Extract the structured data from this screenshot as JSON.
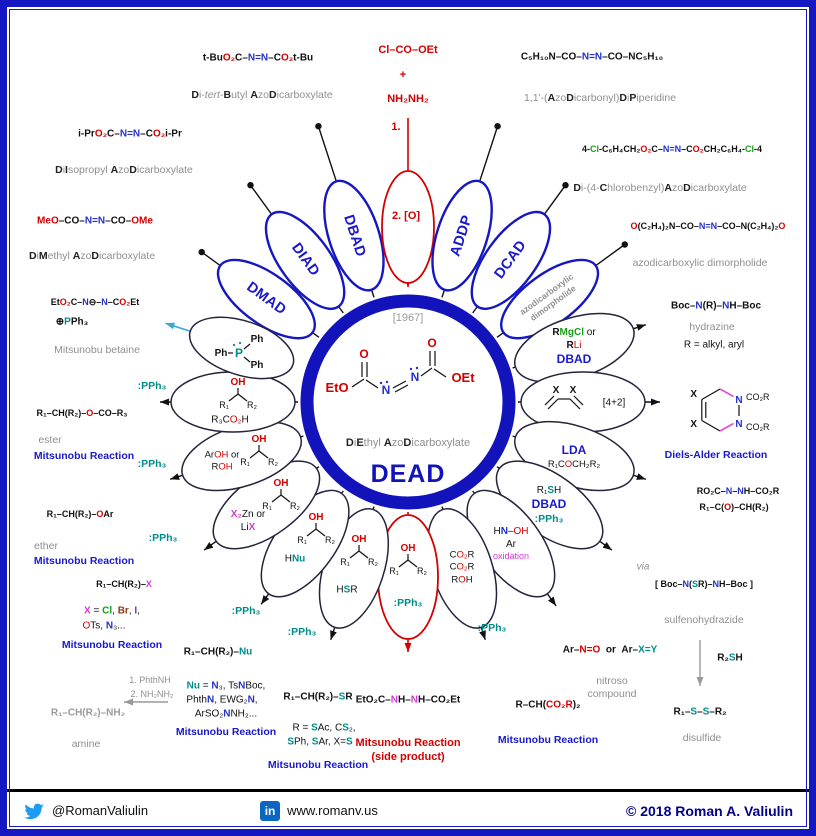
{
  "colors": {
    "accent_blue": "#1518c2",
    "label_blue": "#1a18cc",
    "red": "#d40000",
    "teal": "#008b8b",
    "magenta": "#d23bd2",
    "green": "#18a018",
    "gray": "#8f8f8f",
    "copyright_navy": "#00008b",
    "twitter_blue": "#1d9bf0",
    "linkedin_blue": "#0a66c2"
  },
  "footer": {
    "twitter_handle": "@RomanValiulin",
    "linkedin_text": "in",
    "website": "www.romanv.us",
    "copyright": "© 2018 Roman A. Valiulin"
  },
  "center": {
    "year": "[1967]",
    "abbr": "DEAD",
    "name_html": "<b class='dk'>D</b>i<b class='dk'>E</b>thyl <b class='dk'>A</b>zo<b class='dk'>D</b>icarboxylate",
    "eto": "EtO",
    "oet": "OEt",
    "o": "O",
    "n": "N"
  },
  "sym": {
    "oh": "OH",
    "r1": "R₁",
    "r2": "R₂"
  },
  "misc": {
    "pph3": ":PPh₃",
    "via": "via",
    "one": "1.",
    "two_o": "2. [O]",
    "plus": "+",
    "nh2nh2": "NH₂NH₂",
    "clco2et": "Cl–CO–OEt"
  },
  "petals": {
    "dmad": "DMAD",
    "diad": "DIAD",
    "dbad": "DBAD",
    "addp": "ADDP",
    "dcad": "DCAD",
    "dimorph_l1": "azodicarboxylic",
    "dimorph_l2": "dimorpholide",
    "dbad_r": {
      "l1": "<b>R</b><span class='gn'>MgCl</span> or",
      "l2": "<b>R</b><span class='rd'>Li</span>",
      "l3": "DBAD"
    },
    "p42": {
      "x": "X",
      "label": "[4+2]"
    },
    "lda": {
      "l1": "LDA",
      "l2": "R₁C<span class='rd'>O</span>CH₂R₂"
    },
    "r1sh": {
      "l1": "R₁<span class='tl'>S</span>H",
      "l2": "DBAD",
      "l3": ":PPh₃"
    },
    "hnoh": {
      "l1": "H<span class='nb'>N</span>–<span class='rd'>OH</span>",
      "l2": "Ar",
      "l3": "oxidation"
    },
    "co2r": {
      "l1": "C<span class='rd'>O₂</span>R",
      "l2": "C<span class='rd'>O₂</span>R",
      "l3": "R<span class='rd'>O</span>H"
    },
    "hsr": "H<span class='tl'>S</span>R",
    "hnu": "H<span class='tl'>Nu</span>",
    "x2zn": {
      "l1": "<span class='mg'>X₂</span>Zn or",
      "l2": "Li<span class='mg'>X</span>"
    },
    "aroh": {
      "l1": "Ar<span class='rd'>OH</span> or",
      "l2": "R<span class='rd'>OH</span>"
    },
    "rco2h": "R₃C<span class='rd'>O₂</span>H",
    "pph3_p": "P",
    "ph": "Ph"
  },
  "groups": {
    "tbu": {
      "f": "t-Bu<span class='rd'>O₂</span>C–<span class='nb'>N=N</span>–C<span class='rd'>O₂</span>t-Bu",
      "n": "<b class='dk'>D</b>i-<i>tert</i>-<b class='dk'>B</b>utyl <b class='dk'>A</b>zo<b class='dk'>D</b>icarboxylate"
    },
    "ipr": {
      "f": "i-Pr<span class='rd'>O₂</span>C–<span class='nb'>N=N</span>–C<span class='rd'>O₂</span>i-Pr",
      "n": "<b class='dk'>D</b>i<b class='dk'>I</b>sopropyl <b class='dk'>A</b>zo<b class='dk'>D</b>icarboxylate"
    },
    "me": {
      "f": "<b class='rd'>MeO</b>–CO–<span class='nb'>N=N</span>–CO–<b class='rd'>OMe</b>",
      "n": "<b class='dk'>D</b>i<b class='dk'>M</b>ethyl <b class='dk'>A</b>zo<b class='dk'>D</b>icarboxylate"
    },
    "addp": {
      "f": "C₅H₁₀N–CO–<span class='nb'>N=N</span>–CO–NC₅H₁₀",
      "n": "1,1'-(<b class='dk'>A</b>zo<b class='dk'>D</b>icarbonyl)<b class='dk'>D</b>i<b class='dk'>P</b>iperidine"
    },
    "dcad": {
      "f": "4-<span class='gn'>Cl</span>-C₆H₄CH₂<span class='rd'>O₂</span>C–<span class='nb'>N=N</span>–C<span class='rd'>O₂</span>CH₂C₆H₄-<span class='gn'>Cl</span>-4",
      "n": "<b class='dk'>D</b>i-(4-<b class='dk'>C</b>hlorobenzyl)<b class='dk'>A</b>zo<b class='dk'>D</b>icarboxylate"
    },
    "morph": {
      "f": "<span class='rd'>O</span>(C₂H₄)₂N–CO–<span class='nb'>N=N</span>–CO–N(C₂H₄)₂<span class='rd'>O</span>",
      "n": "azodicarboxylic dimorpholide"
    },
    "hydrazine": {
      "f": "Boc–<span class='nb'>N</span>(R)–<span class='nb'>N</span>H–Boc",
      "n": "hydrazine",
      "r": "R = alkyl, aryl"
    },
    "da": {
      "x": "X",
      "n_atom": "N",
      "co2r": "CO₂R",
      "n": "Diels-Alder Reaction"
    },
    "lda_prod": {
      "l1": "RO₂C–<span class='nb'>N</span>–<span class='nb'>N</span>H–CO₂R",
      "l2": "R₁–C(<span class='rd'>O</span>)–CH(R₂)"
    },
    "sulfen": {
      "f": "[ Boc–<span class='nb'>N</span>(<span class='tl'>S</span>R)–<span class='nb'>N</span>H–Boc ]",
      "n": "sulfenohydrazide"
    },
    "disulfide": {
      "reagent": "R₂<span class='tl'>S</span>H",
      "f": "R₁–<span class='tl'>S</span>–<span class='tl'>S</span>–R₂",
      "n": "disulfide"
    },
    "nitroso": {
      "f": "Ar–<span class='rd'><b>N=O</b></span>&nbsp;&nbsp;or&nbsp;&nbsp;Ar–<span class='tl'>X=Y</span>",
      "n1": "nitroso",
      "n2": "compound"
    },
    "malonate": {
      "f": "R–CH(<span class='rd'>CO₂R</span>)₂",
      "n": "Mitsunobu Reaction"
    },
    "side": {
      "f": "EtO₂C–<span class='mg'>N</span>H–<span class='mg'>N</span>H–CO₂Et",
      "n1": "Mitsunobu Reaction",
      "n2": "(side product)"
    },
    "sr": {
      "f": "R₁–CH(R₂)–<span class='tl'>S</span>R",
      "l2": "R = <span class='tl'>S</span>Ac, C<span class='tl'>S</span>₂,",
      "l3": "<span class='tl'>S</span>Ph, <span class='tl'>S</span>Ar, X=<span class='tl'>S</span>",
      "n": "Mitsunobu Reaction"
    },
    "nu": {
      "f": "R₁–CH(R₂)–<span class='tl'>Nu</span>",
      "l2": "<span class='tl'>Nu</span> = <span class='nb'>N</span>₃, Ts<span class='nb'>N</span>Boc,",
      "l3": "Phth<span class='nb'>N</span>, EWG₂<span class='nb'>N</span>,",
      "l4": "ArSO₂<span class='nb'>N</span>NH₂...",
      "n": "Mitsunobu Reaction"
    },
    "amine": {
      "s1": "1. PhthNH",
      "s2": "2. NH₂NH₂",
      "f": "R₁–CH(R₂)–NH₂",
      "n": "amine"
    },
    "betaine": {
      "f": "Et<span class='rd'>O₂</span>C–<span class='nb'>N</span>⊖–<span class='nb'>N</span>–C<span class='rd'>O₂</span>Et",
      "l2": "⊕<span class='tl'>P</span>Ph₃",
      "n": "Mitsunobu betaine"
    },
    "ester": {
      "f": "R₁–CH(R₂)–<span class='rd'>O</span>–CO–R₃",
      "n1": "ester",
      "n2": "Mitsunobu Reaction"
    },
    "ether": {
      "f": "R₁–CH(R₂)–<span class='rd'>O</span>Ar",
      "n1": "ether",
      "n2": "Mitsunobu Reaction"
    },
    "x": {
      "f": "R₁–CH(R₂)–<span class='mg'>X</span>",
      "l2": "<span class='mg'>X</span> = <span class='gn'>Cl</span>, <span class='br'>Br</span>, <span class='pu'>I</span>,",
      "l3": "<span class='rd'>O</span>Ts, <span class='nb'>N</span>₃...",
      "n": "Mitsunobu Reaction"
    }
  }
}
